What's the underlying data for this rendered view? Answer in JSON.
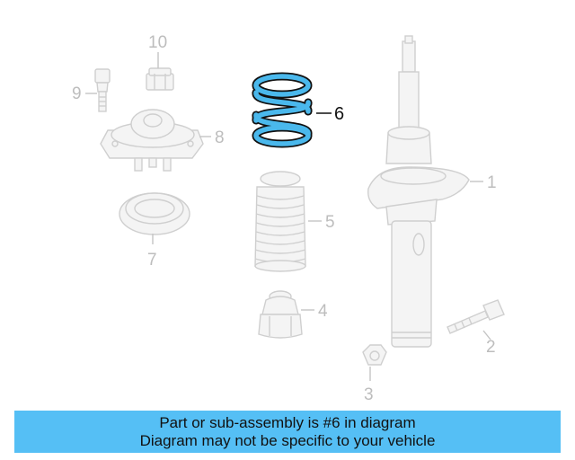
{
  "callouts": {
    "c1": "1",
    "c2": "2",
    "c3": "3",
    "c4": "4",
    "c5": "5",
    "c6": "6",
    "c7": "7",
    "c8": "8",
    "c9": "9",
    "c10": "10"
  },
  "highlight": {
    "part_number": "6",
    "color": "#4ab8ec"
  },
  "banner": {
    "line1": "Part or sub-assembly is #6 in diagram",
    "line2": "Diagram may not be specific to your vehicle",
    "color": "#55bff5"
  }
}
